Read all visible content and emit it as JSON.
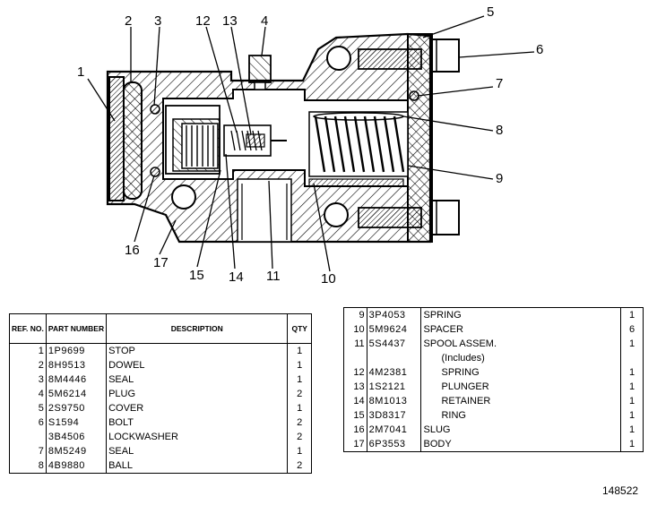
{
  "callouts": [
    "1",
    "2",
    "3",
    "4",
    "5",
    "6",
    "7",
    "8",
    "9",
    "10",
    "11",
    "12",
    "13",
    "14",
    "15",
    "16",
    "17"
  ],
  "table_left": {
    "headers": {
      "ref_no": "REF. NO.",
      "part_number": "PART NUMBER",
      "description": "DESCRIPTION",
      "qty": "QTY"
    },
    "rows": [
      {
        "ref": "1",
        "part": "1P9699",
        "desc": "STOP",
        "qty": "1"
      },
      {
        "ref": "2",
        "part": "8H9513",
        "desc": "DOWEL",
        "qty": "1"
      },
      {
        "ref": "3",
        "part": "8M4446",
        "desc": "SEAL",
        "qty": "1"
      },
      {
        "ref": "4",
        "part": "5M6214",
        "desc": "PLUG",
        "qty": "2"
      },
      {
        "ref": "5",
        "part": "2S9750",
        "desc": "COVER",
        "qty": "1"
      },
      {
        "ref": "6",
        "part": "S1594",
        "desc": "BOLT",
        "qty": "2"
      },
      {
        "ref": "",
        "part": "3B4506",
        "desc": "LOCKWASHER",
        "qty": "2"
      },
      {
        "ref": "7",
        "part": "8M5249",
        "desc": "SEAL",
        "qty": "1"
      },
      {
        "ref": "8",
        "part": "4B9880",
        "desc": "BALL",
        "qty": "2"
      }
    ]
  },
  "table_right": {
    "rows": [
      {
        "ref": "9",
        "part": "3P4053",
        "desc": "SPRING",
        "qty": "1"
      },
      {
        "ref": "10",
        "part": "5M9624",
        "desc": "SPACER",
        "qty": "6"
      },
      {
        "ref": "11",
        "part": "5S4437",
        "desc": "SPOOL ASSEM.",
        "qty": "1"
      },
      {
        "ref": "",
        "part": "",
        "desc": "(Includes)",
        "qty": ""
      },
      {
        "ref": "12",
        "part": "4M2381",
        "desc": "SPRING",
        "qty": "1"
      },
      {
        "ref": "13",
        "part": "1S2121",
        "desc": "PLUNGER",
        "qty": "1"
      },
      {
        "ref": "14",
        "part": "8M1013",
        "desc": "RETAINER",
        "qty": "1"
      },
      {
        "ref": "15",
        "part": "3D8317",
        "desc": "RING",
        "qty": "1"
      },
      {
        "ref": "16",
        "part": "2M7041",
        "desc": "SLUG",
        "qty": "1"
      },
      {
        "ref": "17",
        "part": "6P3553",
        "desc": "BODY",
        "qty": "1"
      }
    ]
  },
  "document_number": "148522"
}
